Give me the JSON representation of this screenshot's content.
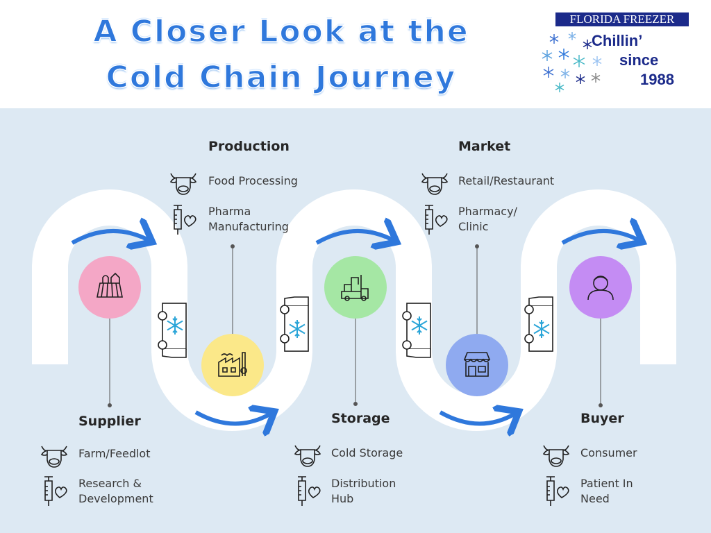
{
  "title": {
    "line1": "A Closer Look at the",
    "line2": "Cold Chain Journey"
  },
  "logo": {
    "brand": "FLORIDA FREEZER",
    "tagline1": "Chillin’",
    "tagline2": "since",
    "tagline3": "1988"
  },
  "stages": [
    {
      "key": "supplier",
      "heading": "Supplier",
      "food": "Farm/Feedlot",
      "pharma": "Research &\nDevelopment",
      "color": "#f4a7c6",
      "icon": "farm-icon"
    },
    {
      "key": "production",
      "heading": "Production",
      "food": "Food Processing",
      "pharma": "Pharma\nManufacturing",
      "color": "#fbe889",
      "icon": "factory-icon"
    },
    {
      "key": "storage",
      "heading": "Storage",
      "food": "Cold Storage",
      "pharma": "Distribution\nHub",
      "color": "#a5e7a4",
      "icon": "warehouse-forklift-icon"
    },
    {
      "key": "market",
      "heading": "Market",
      "food": "Retail/Restaurant",
      "pharma": "Pharmacy/\nClinic",
      "color": "#8faaf0",
      "icon": "storefront-icon"
    },
    {
      "key": "buyer",
      "heading": "Buyer",
      "food": "Consumer",
      "pharma": "Patient In\nNeed",
      "color": "#c48cf3",
      "icon": "person-icon"
    }
  ],
  "colors": {
    "road": "#ffffff",
    "background": "#dde9f3",
    "arrow": "#2f78dc",
    "title": "#2f78dc",
    "logo": "#1b2a8a"
  }
}
